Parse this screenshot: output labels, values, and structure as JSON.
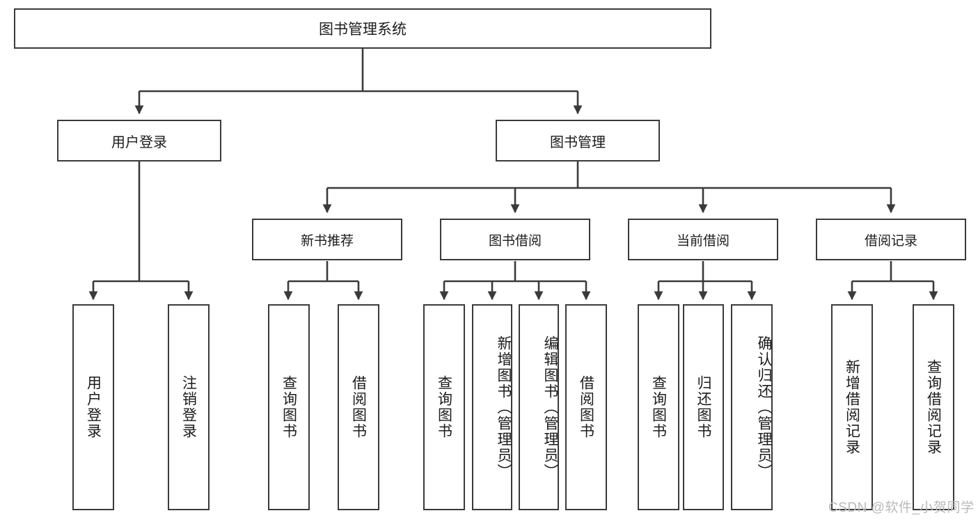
{
  "diagram": {
    "title": "图书管理系统",
    "type": "hierarchy-tree",
    "watermark": "CSDN @软件_小贺同学",
    "colors": {
      "stroke": "#3a3a3a",
      "text": "#1b1b1b",
      "background": "#ffffff",
      "watermark": "#b9b9b9"
    },
    "root": {
      "label": "图书管理系统"
    },
    "level1": [
      {
        "label": "用户登录"
      },
      {
        "label": "图书管理"
      }
    ],
    "level2": [
      {
        "label": "新书推荐",
        "parent": "图书管理"
      },
      {
        "label": "图书借阅",
        "parent": "图书管理"
      },
      {
        "label": "当前借阅",
        "parent": "图书管理"
      },
      {
        "label": "借阅记录",
        "parent": "图书管理"
      }
    ],
    "leaves": [
      {
        "label": "用户登录",
        "parent": "用户登录"
      },
      {
        "label": "注销登录",
        "parent": "用户登录"
      },
      {
        "label": "查询图书",
        "parent": "新书推荐"
      },
      {
        "label": "借阅图书",
        "parent": "新书推荐"
      },
      {
        "label": "查询图书",
        "parent": "图书借阅"
      },
      {
        "label": "新增图书（管理员）",
        "parent": "图书借阅"
      },
      {
        "label": "编辑图书（管理员）",
        "parent": "图书借阅"
      },
      {
        "label": "借阅图书",
        "parent": "图书借阅"
      },
      {
        "label": "查询图书",
        "parent": "当前借阅"
      },
      {
        "label": "归还图书",
        "parent": "当前借阅"
      },
      {
        "label": "确认归还（管理员）",
        "parent": "当前借阅"
      },
      {
        "label": "新增借阅记录",
        "parent": "借阅记录"
      },
      {
        "label": "查询借阅记录",
        "parent": "借阅记录"
      }
    ]
  }
}
